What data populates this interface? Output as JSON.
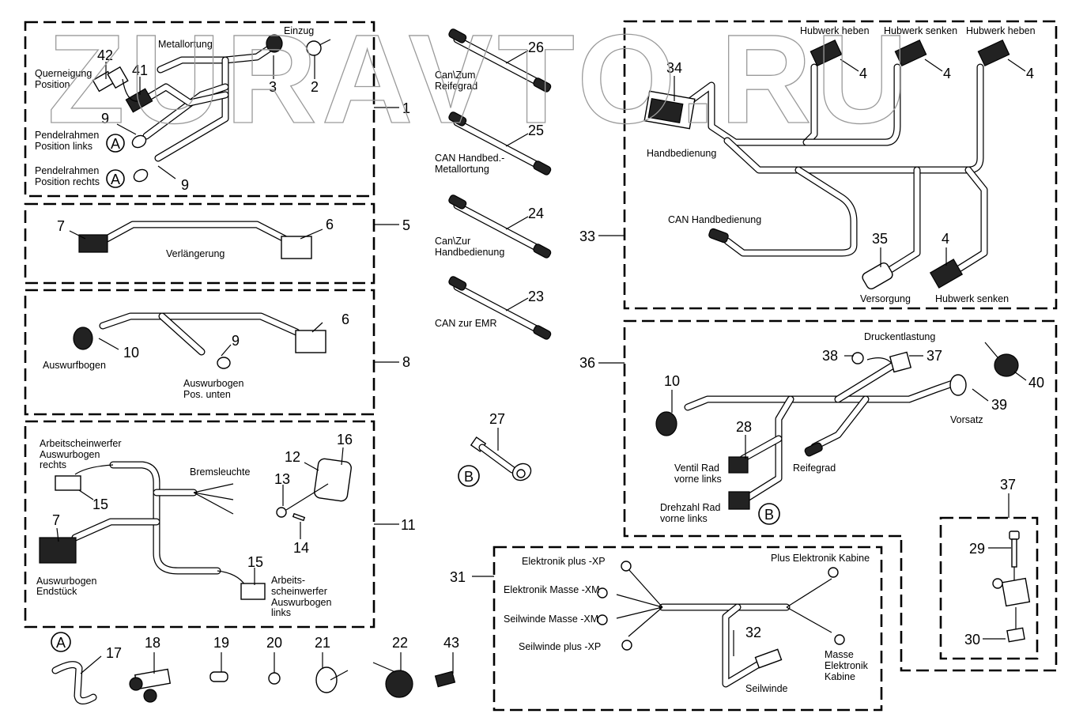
{
  "watermark": "ZURAVTO.RU",
  "groups": {
    "g1": {
      "ref": "1",
      "labels": {
        "metallortung": "Metallortung",
        "einzug": "Einzug",
        "querneigung_1": "Querneigung",
        "querneigung_2": "Position",
        "pendel_links_1": "Pendelrahmen",
        "pendel_links_2": "Position links",
        "pendel_rechts_1": "Pendelrahmen",
        "pendel_rechts_2": "Position rechts"
      },
      "parts": {
        "p42": "42",
        "p41": "41",
        "p3": "3",
        "p2": "2",
        "p9a": "9",
        "p9b": "9"
      },
      "callouts": {
        "a1": "A",
        "a2": "A"
      }
    },
    "g5": {
      "ref": "5",
      "labels": {
        "verlaengerung": "Verlängerung"
      },
      "parts": {
        "p7": "7",
        "p6": "6"
      }
    },
    "g8": {
      "ref": "8",
      "labels": {
        "auswurfbogen": "Auswurfbogen",
        "pos_unten_1": "Auswurbogen",
        "pos_unten_2": "Pos. unten"
      },
      "parts": {
        "p10": "10",
        "p9": "9",
        "p6": "6"
      }
    },
    "g11": {
      "ref": "11",
      "labels": {
        "asw_rechts_1": "Arbeitscheinwerfer",
        "asw_rechts_2": "Auswurbogen",
        "asw_rechts_3": "rechts",
        "bremsleuchte": "Bremsleuchte",
        "endstueck_1": "Auswurbogen",
        "endstueck_2": "Endstück",
        "asw_links_1": "Arbeits-",
        "asw_links_2": "scheinwerfer",
        "asw_links_3": "Auswurbogen",
        "asw_links_4": "links"
      },
      "parts": {
        "p15a": "15",
        "p7": "7",
        "p12": "12",
        "p13": "13",
        "p14": "14",
        "p16": "16",
        "p15b": "15"
      }
    },
    "cables": {
      "c26": {
        "ref": "26",
        "l1": "Can\\Zum",
        "l2": "Reifegrad"
      },
      "c25": {
        "ref": "25",
        "l1": "CAN Handbed.-",
        "l2": "Metallortung"
      },
      "c24": {
        "ref": "24",
        "l1": "Can\\Zur",
        "l2": "Handbedienung"
      },
      "c23": {
        "ref": "23",
        "l1": "CAN zur EMR",
        "l2": ""
      }
    },
    "sensor27": {
      "ref": "27",
      "callout": "B"
    },
    "g33": {
      "ref": "33",
      "labels": {
        "hub_heben_1": "Hubwerk heben",
        "hub_senken_1": "Hubwerk senken",
        "hub_heben_2": "Hubwerk heben",
        "handbedienung": "Handbedienung",
        "can_handbedienung": "CAN Handbedienung",
        "versorgung": "Versorgung",
        "hub_senken_2": "Hubwerk senken"
      },
      "parts": {
        "p34": "34",
        "p4a": "4",
        "p4b": "4",
        "p4c": "4",
        "p35": "35",
        "p4d": "4"
      }
    },
    "g36": {
      "ref": "36",
      "labels": {
        "druckentlastung": "Druckentlastung",
        "vorsatz": "Vorsatz",
        "reifegrad": "Reifegrad",
        "ventil_1": "Ventil Rad",
        "ventil_2": "vorne links",
        "drehzahl_1": "Drehzahl Rad",
        "drehzahl_2": "vorne links"
      },
      "parts": {
        "p10": "10",
        "p38": "38",
        "p37": "37",
        "p40": "40",
        "p39": "39",
        "p28": "28"
      },
      "callouts": {
        "b": "B"
      }
    },
    "g37": {
      "ref": "37",
      "parts": {
        "p29": "29",
        "p30": "30"
      }
    },
    "g31": {
      "ref": "31",
      "labels": {
        "elek_plus": "Elektronik plus -XP",
        "elek_masse": "Elektronik Masse -XM",
        "seil_masse": "Seilwinde Masse -XM",
        "seil_plus": "Seilwinde plus -XP",
        "plus_kabine": "Plus Elektronik Kabine",
        "masse_kabine_1": "Masse",
        "masse_kabine_2": "Elektronik",
        "masse_kabine_3": "Kabine",
        "seilwinde": "Seilwinde"
      },
      "parts": {
        "p32": "32"
      }
    },
    "loose": {
      "callout_a": "A",
      "p17": "17",
      "p18": "18",
      "p19": "19",
      "p20": "20",
      "p21": "21",
      "p22": "22",
      "p43": "43"
    }
  }
}
